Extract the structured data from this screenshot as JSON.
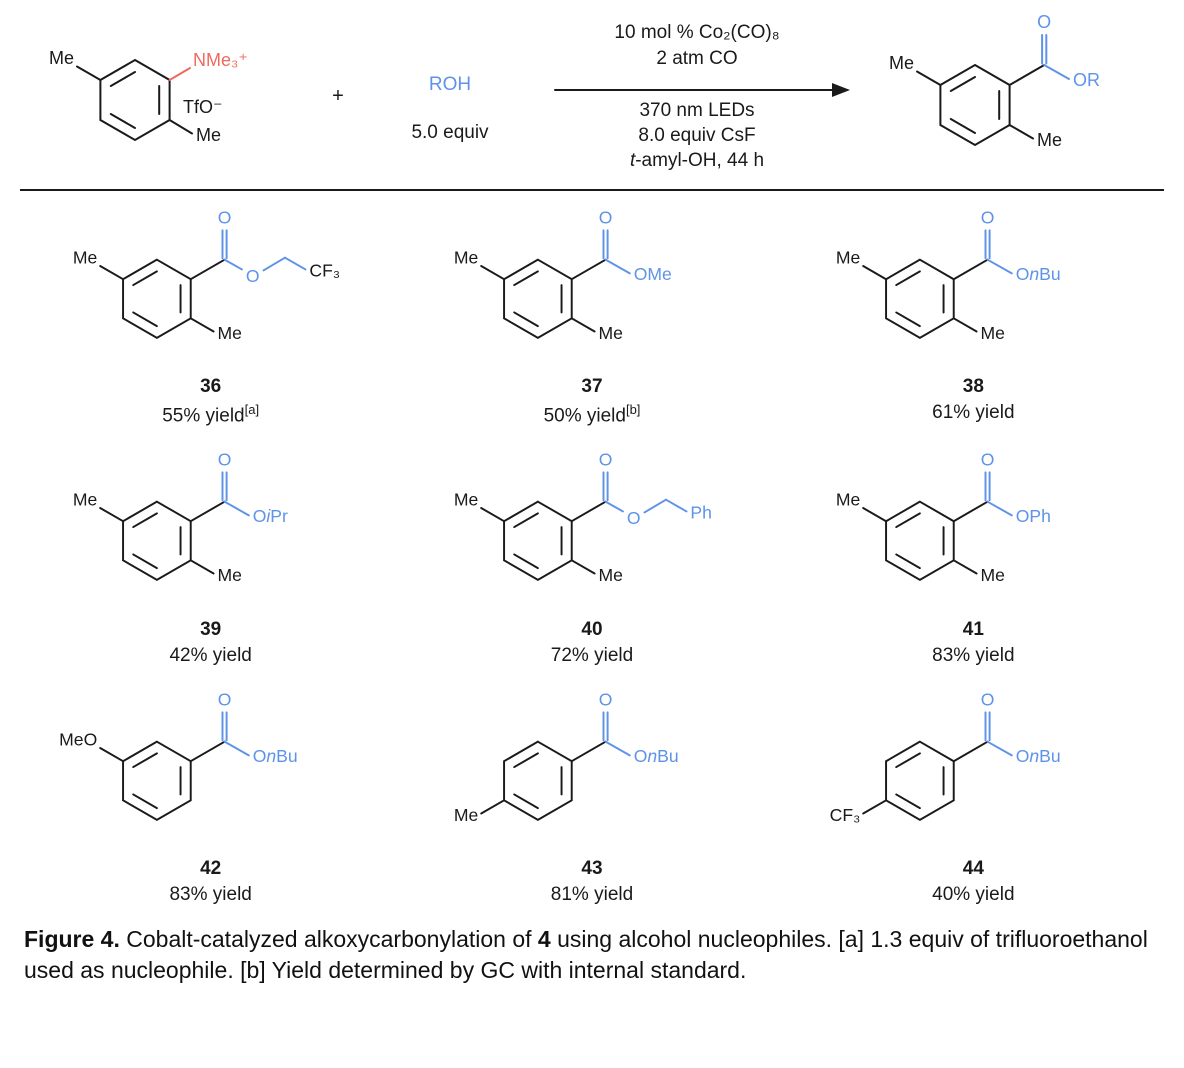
{
  "colors": {
    "blue": "#5f93e8",
    "red": "#ee6a5e"
  },
  "labels": {
    "o": "O"
  },
  "scheme": {
    "reactant": {
      "me_top": "Me",
      "ammonium": "NMe₃⁺",
      "counterion": "TfO⁻",
      "me_bottom": "Me"
    },
    "plus": "+",
    "nucleophile": {
      "formula": "ROH",
      "equiv": "5.0 equiv"
    },
    "conditions": {
      "above_1": "10 mol % Co₂(CO)₈",
      "above_2": "2 atm CO",
      "below_1": "370 nm LEDs",
      "below_2": "8.0 equiv CsF",
      "below_3_italic": "t",
      "below_3_rest": "-amyl-OH, 44 h"
    },
    "product": {
      "me_top": "Me",
      "ester": "OR",
      "me_bottom": "Me"
    }
  },
  "products": [
    {
      "num": "36",
      "yield": "55% yield",
      "yield_note": "[a]",
      "sub_left": "Me",
      "sub_bottom": "Me",
      "ester_o": "O",
      "chain_end": "CF₃"
    },
    {
      "num": "37",
      "yield": "50% yield",
      "yield_note": "[b]",
      "sub_left": "Me",
      "sub_bottom": "Me",
      "ester_label": "OMe"
    },
    {
      "num": "38",
      "yield": "61% yield",
      "sub_left": "Me",
      "sub_bottom": "Me",
      "ester_pre": "O",
      "ester_it": "n",
      "ester_post": "Bu"
    },
    {
      "num": "39",
      "yield": "42% yield",
      "sub_left": "Me",
      "sub_bottom": "Me",
      "ester_pre": "O",
      "ester_it": "i",
      "ester_post": "Pr"
    },
    {
      "num": "40",
      "yield": "72% yield",
      "sub_left": "Me",
      "sub_bottom": "Me",
      "ester_o": "O",
      "chain_end": "Ph"
    },
    {
      "num": "41",
      "yield": "83% yield",
      "sub_left": "Me",
      "sub_bottom": "Me",
      "ester_label": "OPh"
    },
    {
      "num": "42",
      "yield": "83% yield",
      "sub_left": "MeO",
      "ester_pre": "O",
      "ester_it": "n",
      "ester_post": "Bu"
    },
    {
      "num": "43",
      "yield": "81% yield",
      "sub_lowleft": "Me",
      "ester_pre": "O",
      "ester_it": "n",
      "ester_post": "Bu"
    },
    {
      "num": "44",
      "yield": "40% yield",
      "sub_lowleft": "CF₃",
      "ester_pre": "O",
      "ester_it": "n",
      "ester_post": "Bu"
    }
  ],
  "caption": {
    "bold_lead": "Figure 4.",
    "text_1": " Cobalt-catalyzed alkoxycarbonylation of ",
    "bold_compound": "4",
    "text_2": " using alcohol nucleophiles. [a] 1.3 equiv of trifluoroethanol used as nucleophile. [b] Yield determined by GC with internal standard."
  }
}
